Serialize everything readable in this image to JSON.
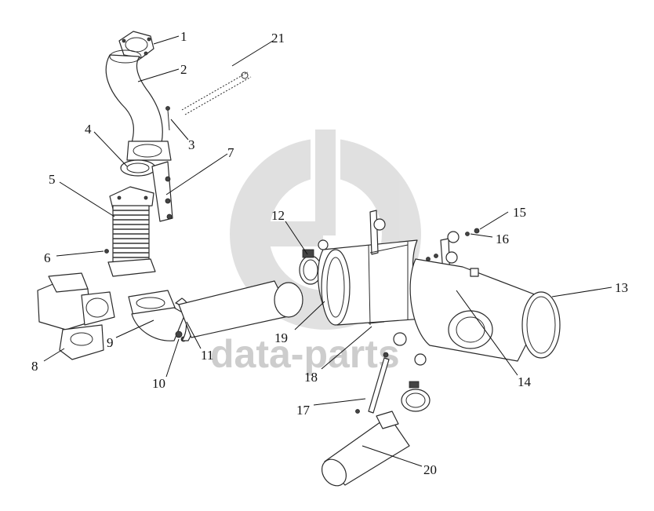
{
  "watermark": {
    "text": "data-parts"
  },
  "callouts": [
    {
      "id": "1",
      "label": "1"
    },
    {
      "id": "2",
      "label": "2"
    },
    {
      "id": "3",
      "label": "3"
    },
    {
      "id": "4",
      "label": "4"
    },
    {
      "id": "5",
      "label": "5"
    },
    {
      "id": "6",
      "label": "6"
    },
    {
      "id": "7",
      "label": "7"
    },
    {
      "id": "8",
      "label": "8"
    },
    {
      "id": "9",
      "label": "9"
    },
    {
      "id": "10",
      "label": "10"
    },
    {
      "id": "11",
      "label": "11"
    },
    {
      "id": "12",
      "label": "12"
    },
    {
      "id": "13",
      "label": "13"
    },
    {
      "id": "14",
      "label": "14"
    },
    {
      "id": "15",
      "label": "15"
    },
    {
      "id": "16",
      "label": "16"
    },
    {
      "id": "17",
      "label": "17"
    },
    {
      "id": "18",
      "label": "18"
    },
    {
      "id": "19",
      "label": "19"
    },
    {
      "id": "20",
      "label": "20"
    },
    {
      "id": "21",
      "label": "21"
    }
  ]
}
